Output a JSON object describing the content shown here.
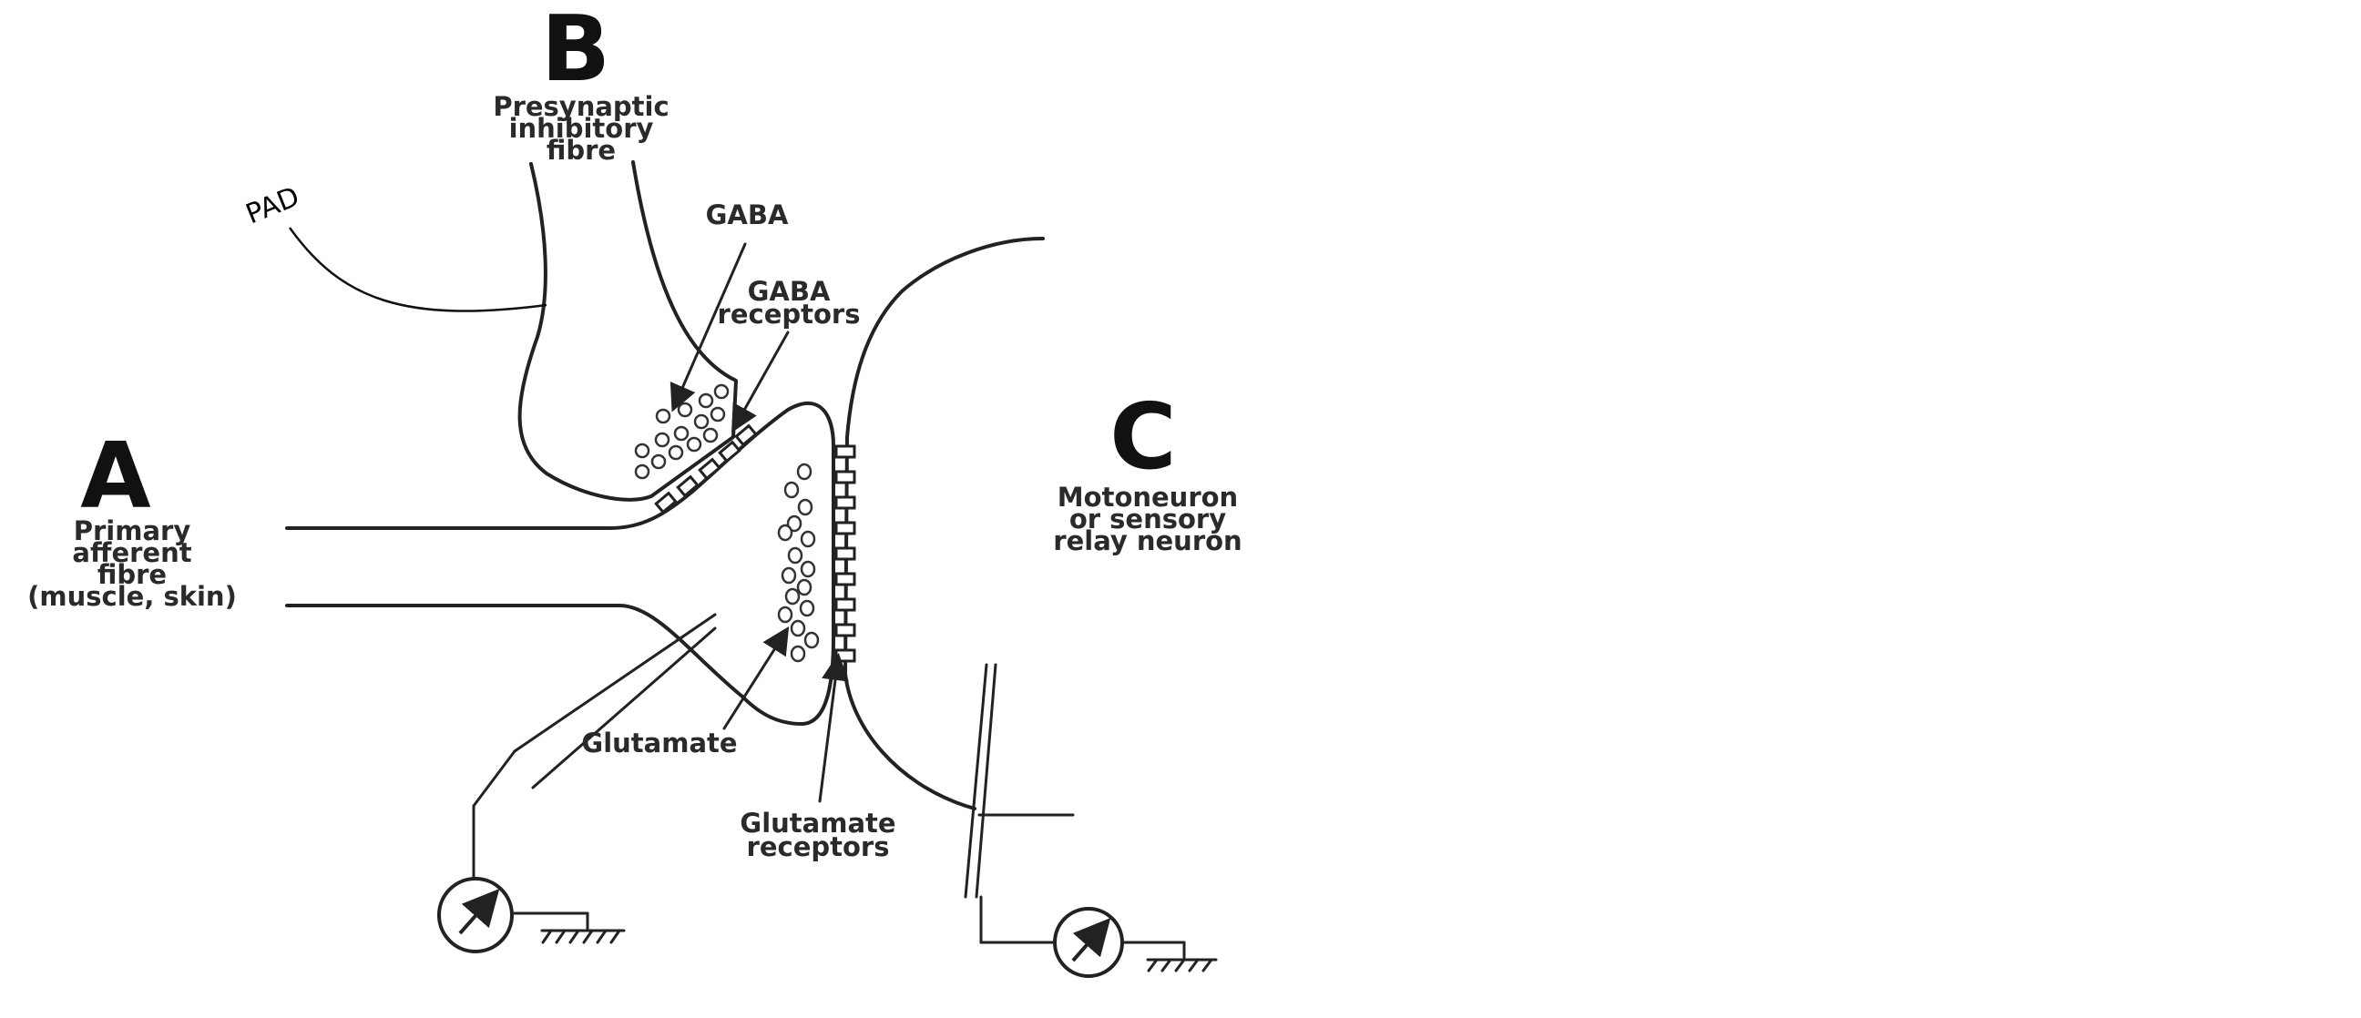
{
  "labels": {
    "a_letter": "A",
    "a_line1": "Primary",
    "a_line2": "afferent",
    "a_line3": "fibre",
    "a_line4": "(muscle, skin)",
    "b_letter": "B",
    "b_line1": "Presynaptic",
    "b_line2": "inhibitory",
    "b_line3": "fibre",
    "c_letter": "C",
    "c_line1": "Motoneuron",
    "c_line2": "or sensory",
    "c_line3": "relay neuron",
    "gaba": "GABA",
    "gaba_receptors_line1": "GABA",
    "gaba_receptors_line2": "receptors",
    "glutamate": "Glutamate",
    "glutamate_receptors_line1": "Glutamate",
    "glutamate_receptors_line2": "receptors",
    "pad": "PAD"
  },
  "icons": {
    "meter_left": "voltmeter-icon",
    "meter_right": "voltmeter-icon",
    "ground_left": "ground-icon",
    "ground_right": "ground-icon"
  },
  "colors": {
    "line": "#222222",
    "text": "#2a2a2a"
  }
}
